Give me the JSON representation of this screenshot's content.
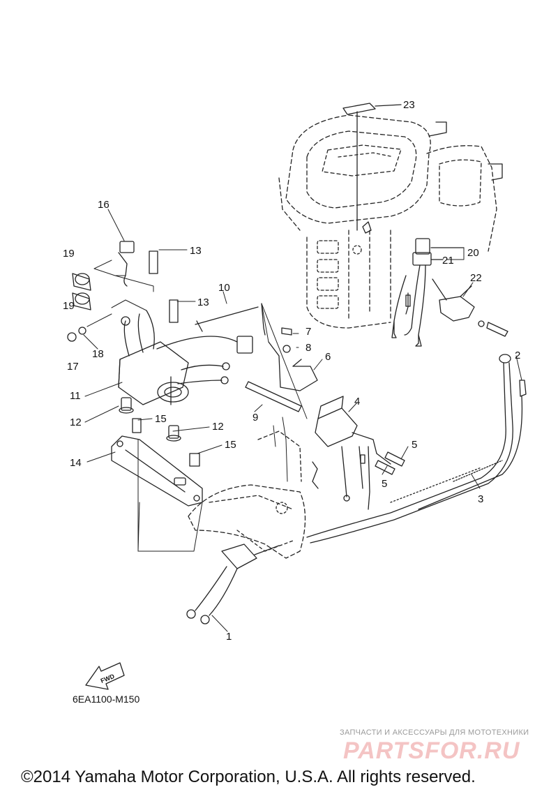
{
  "callouts": [
    "1",
    "2",
    "3",
    "4",
    "5",
    "5",
    "6",
    "7",
    "8",
    "9",
    "10",
    "11",
    "12",
    "12",
    "13",
    "13",
    "14",
    "15",
    "15",
    "16",
    "17",
    "18",
    "19",
    "19",
    "20",
    "21",
    "22",
    "23"
  ],
  "fwd_label": "FWD",
  "diagram_code": "6EA1100-M150",
  "watermark": {
    "tagline": "ЗАПЧАСТИ И АКСЕССУАРЫ ДЛЯ МОТОТЕХНИКИ",
    "logo": "PARTSFOR.RU"
  },
  "copyright": "©2014 Yamaha Motor Corporation, U.S.A. All rights reserved."
}
